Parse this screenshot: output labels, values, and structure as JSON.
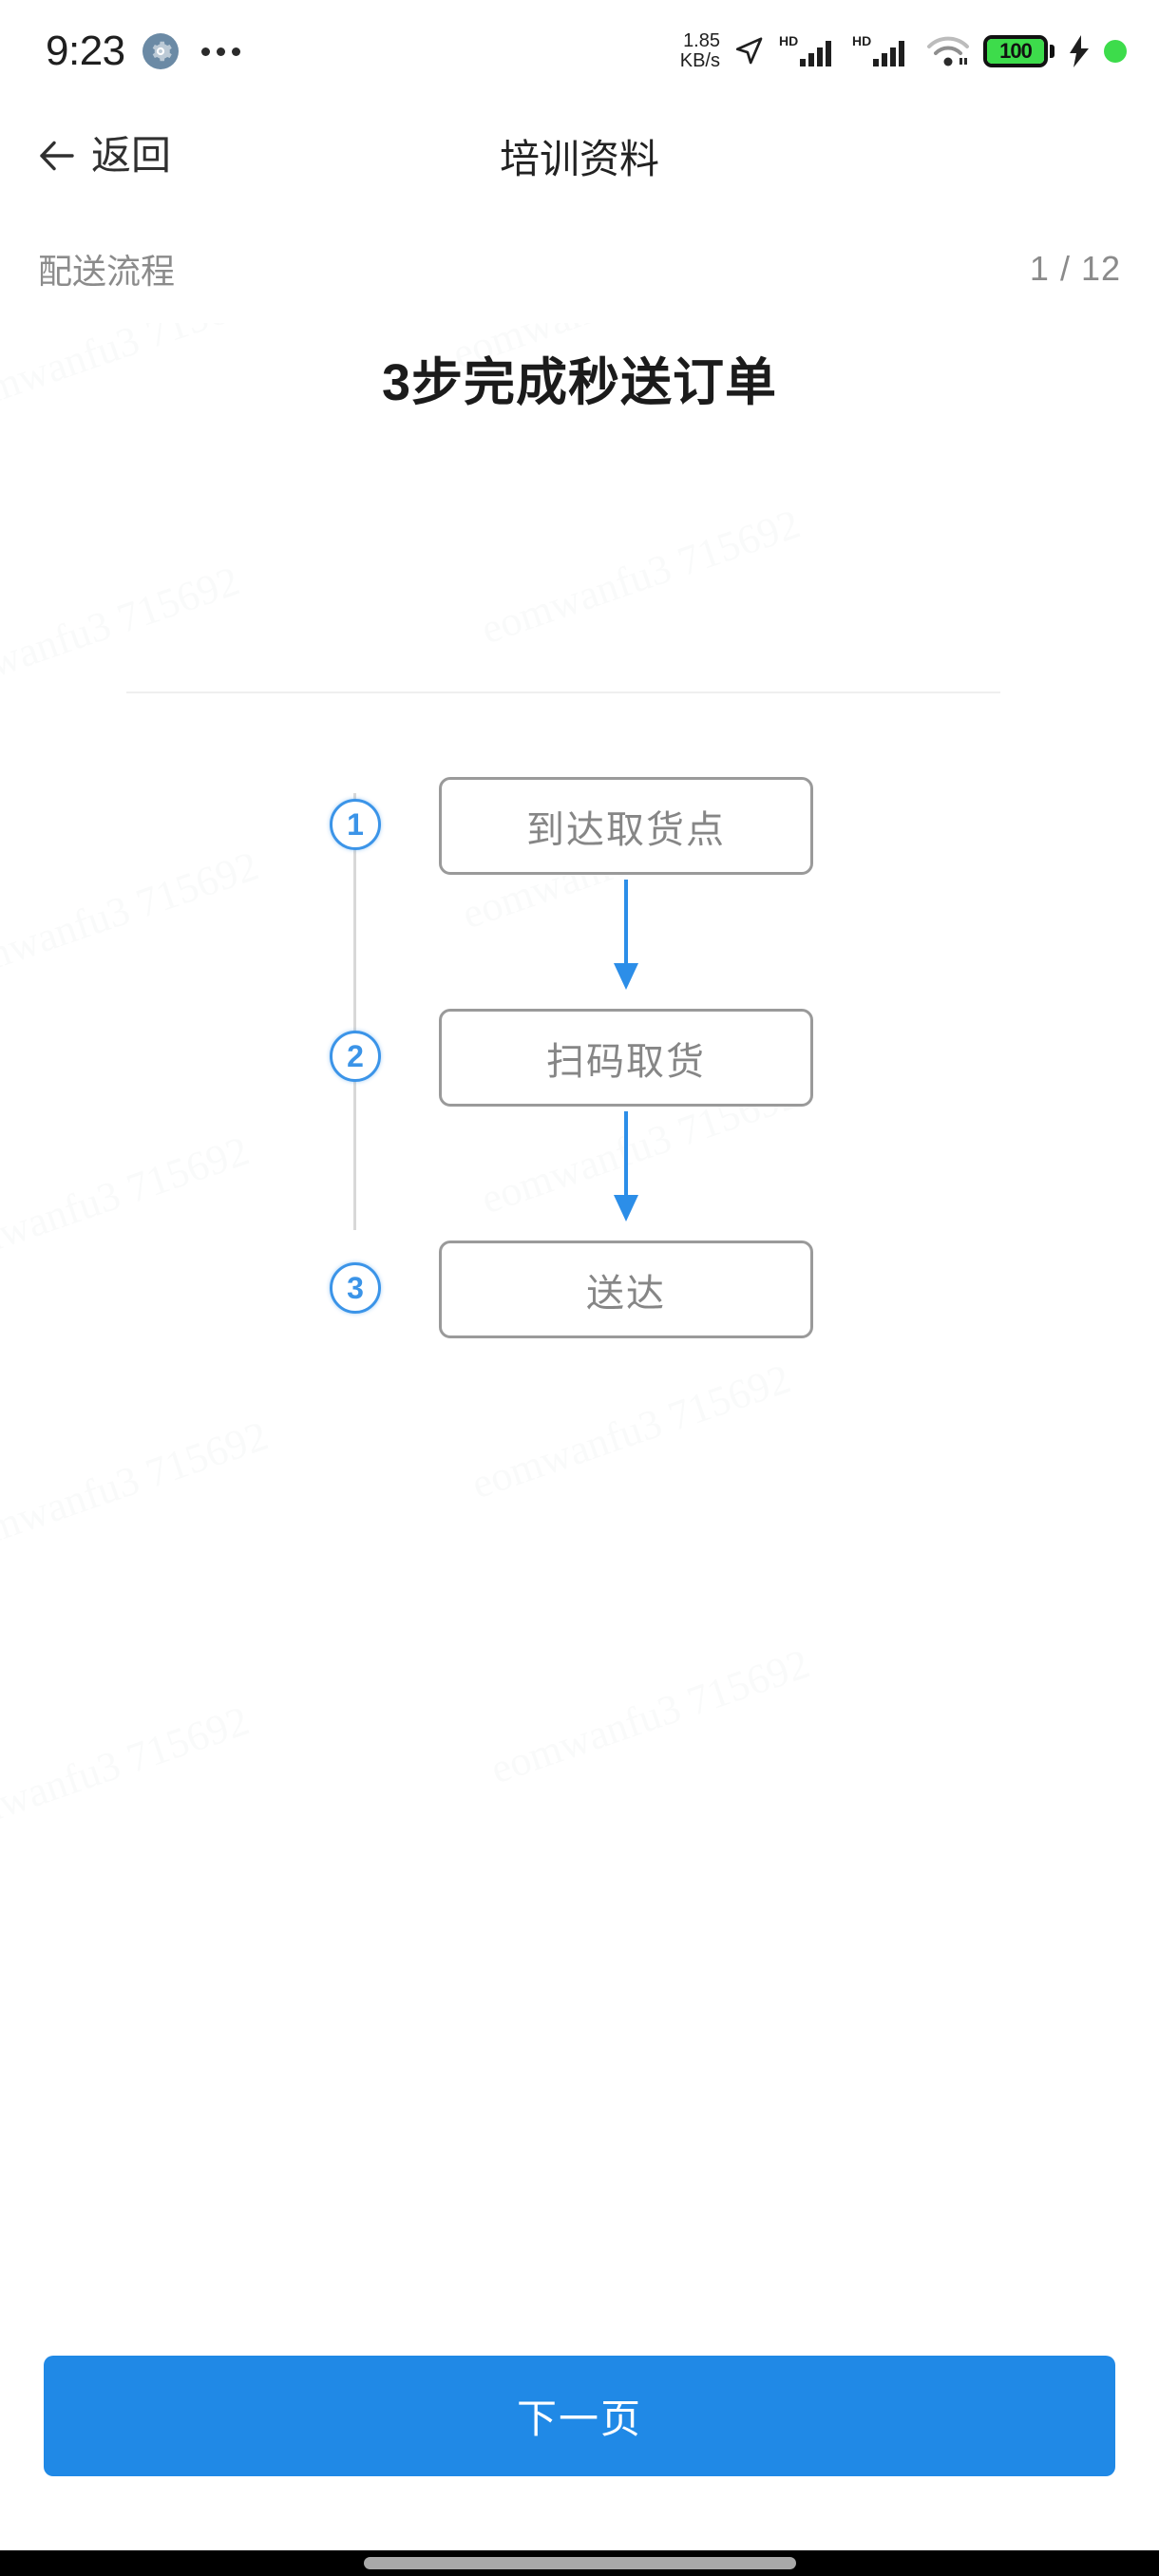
{
  "status_bar": {
    "clock": "9:23",
    "gear_icon": "gear-icon",
    "overflow_icon": "more-dots-icon",
    "net_speed_value": "1.85",
    "net_speed_unit": "KB/s",
    "location_icon": "navigation-arrow-icon",
    "signal_1_label": "HD",
    "signal_2_label": "HD",
    "wifi_icon": "wifi-icon",
    "battery_level": "100",
    "charging_icon": "lightning-bolt-icon",
    "indicator_dot": "green-status-dot",
    "colors": {
      "battery_green": "#3ddc4b",
      "gear_badge": "#6b8aa5"
    }
  },
  "header": {
    "back_label": "返回",
    "back_icon": "arrow-left-icon",
    "title": "培训资料"
  },
  "subbar": {
    "category": "配送流程",
    "page_indicator": "1 / 12",
    "current_page": 1,
    "total_pages": 12
  },
  "slide": {
    "title": "3步完成秒送订单",
    "watermark_text": "eomwanfu3 715692",
    "flow": {
      "steps": [
        {
          "number": "1",
          "label": "到达取货点"
        },
        {
          "number": "2",
          "label": "扫码取货"
        },
        {
          "number": "3",
          "label": "送达"
        }
      ],
      "arrow_color": "#2c8ee8",
      "marker_color": "#3b94e8",
      "box_border_color": "#9a9a9a",
      "box_text_color": "#868686"
    }
  },
  "footer": {
    "next_label": "下一页",
    "next_color": "#2089e6"
  },
  "nav_bar": {
    "home_handle": "home-indicator-pill"
  }
}
